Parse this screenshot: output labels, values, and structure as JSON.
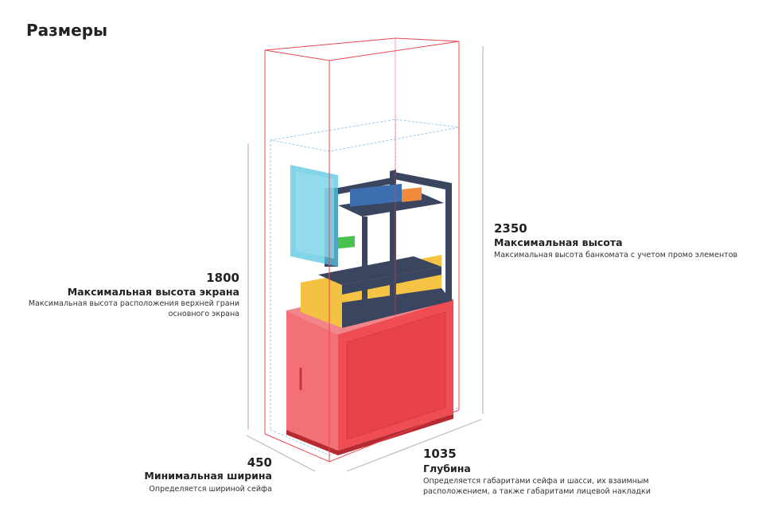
{
  "title": "Размеры",
  "dimensions": [
    {
      "value": "1800",
      "label": "Максимальная высота экрана",
      "desc_lines": [
        "Максимальная высота расположения верхней грани",
        "основного экрана"
      ]
    },
    {
      "value": "2350",
      "label": "Максимальная высота",
      "desc_lines": [
        "Максимальная высота банкомата с учетом промо элементов"
      ]
    },
    {
      "value": "450",
      "label": "Минимальная ширина",
      "desc_lines": [
        "Определяется шириной сейфа"
      ]
    },
    {
      "value": "1035",
      "label": "Глубина",
      "desc_lines": [
        "Определяется габаритами сейфа и шасси, их взаимным",
        "расположением, а также габаритами лицевой накладки"
      ]
    }
  ],
  "colors": {
    "outer_box": "#e8474f",
    "inner_box": "#8fc4e6",
    "safe": "#ef4e55",
    "screen": "#58c6e0",
    "chassis": "#3a4560",
    "tray": "#f5c445",
    "box_blue": "#3d6fb0",
    "box_orange": "#f08a3c",
    "green": "#49c24e"
  }
}
